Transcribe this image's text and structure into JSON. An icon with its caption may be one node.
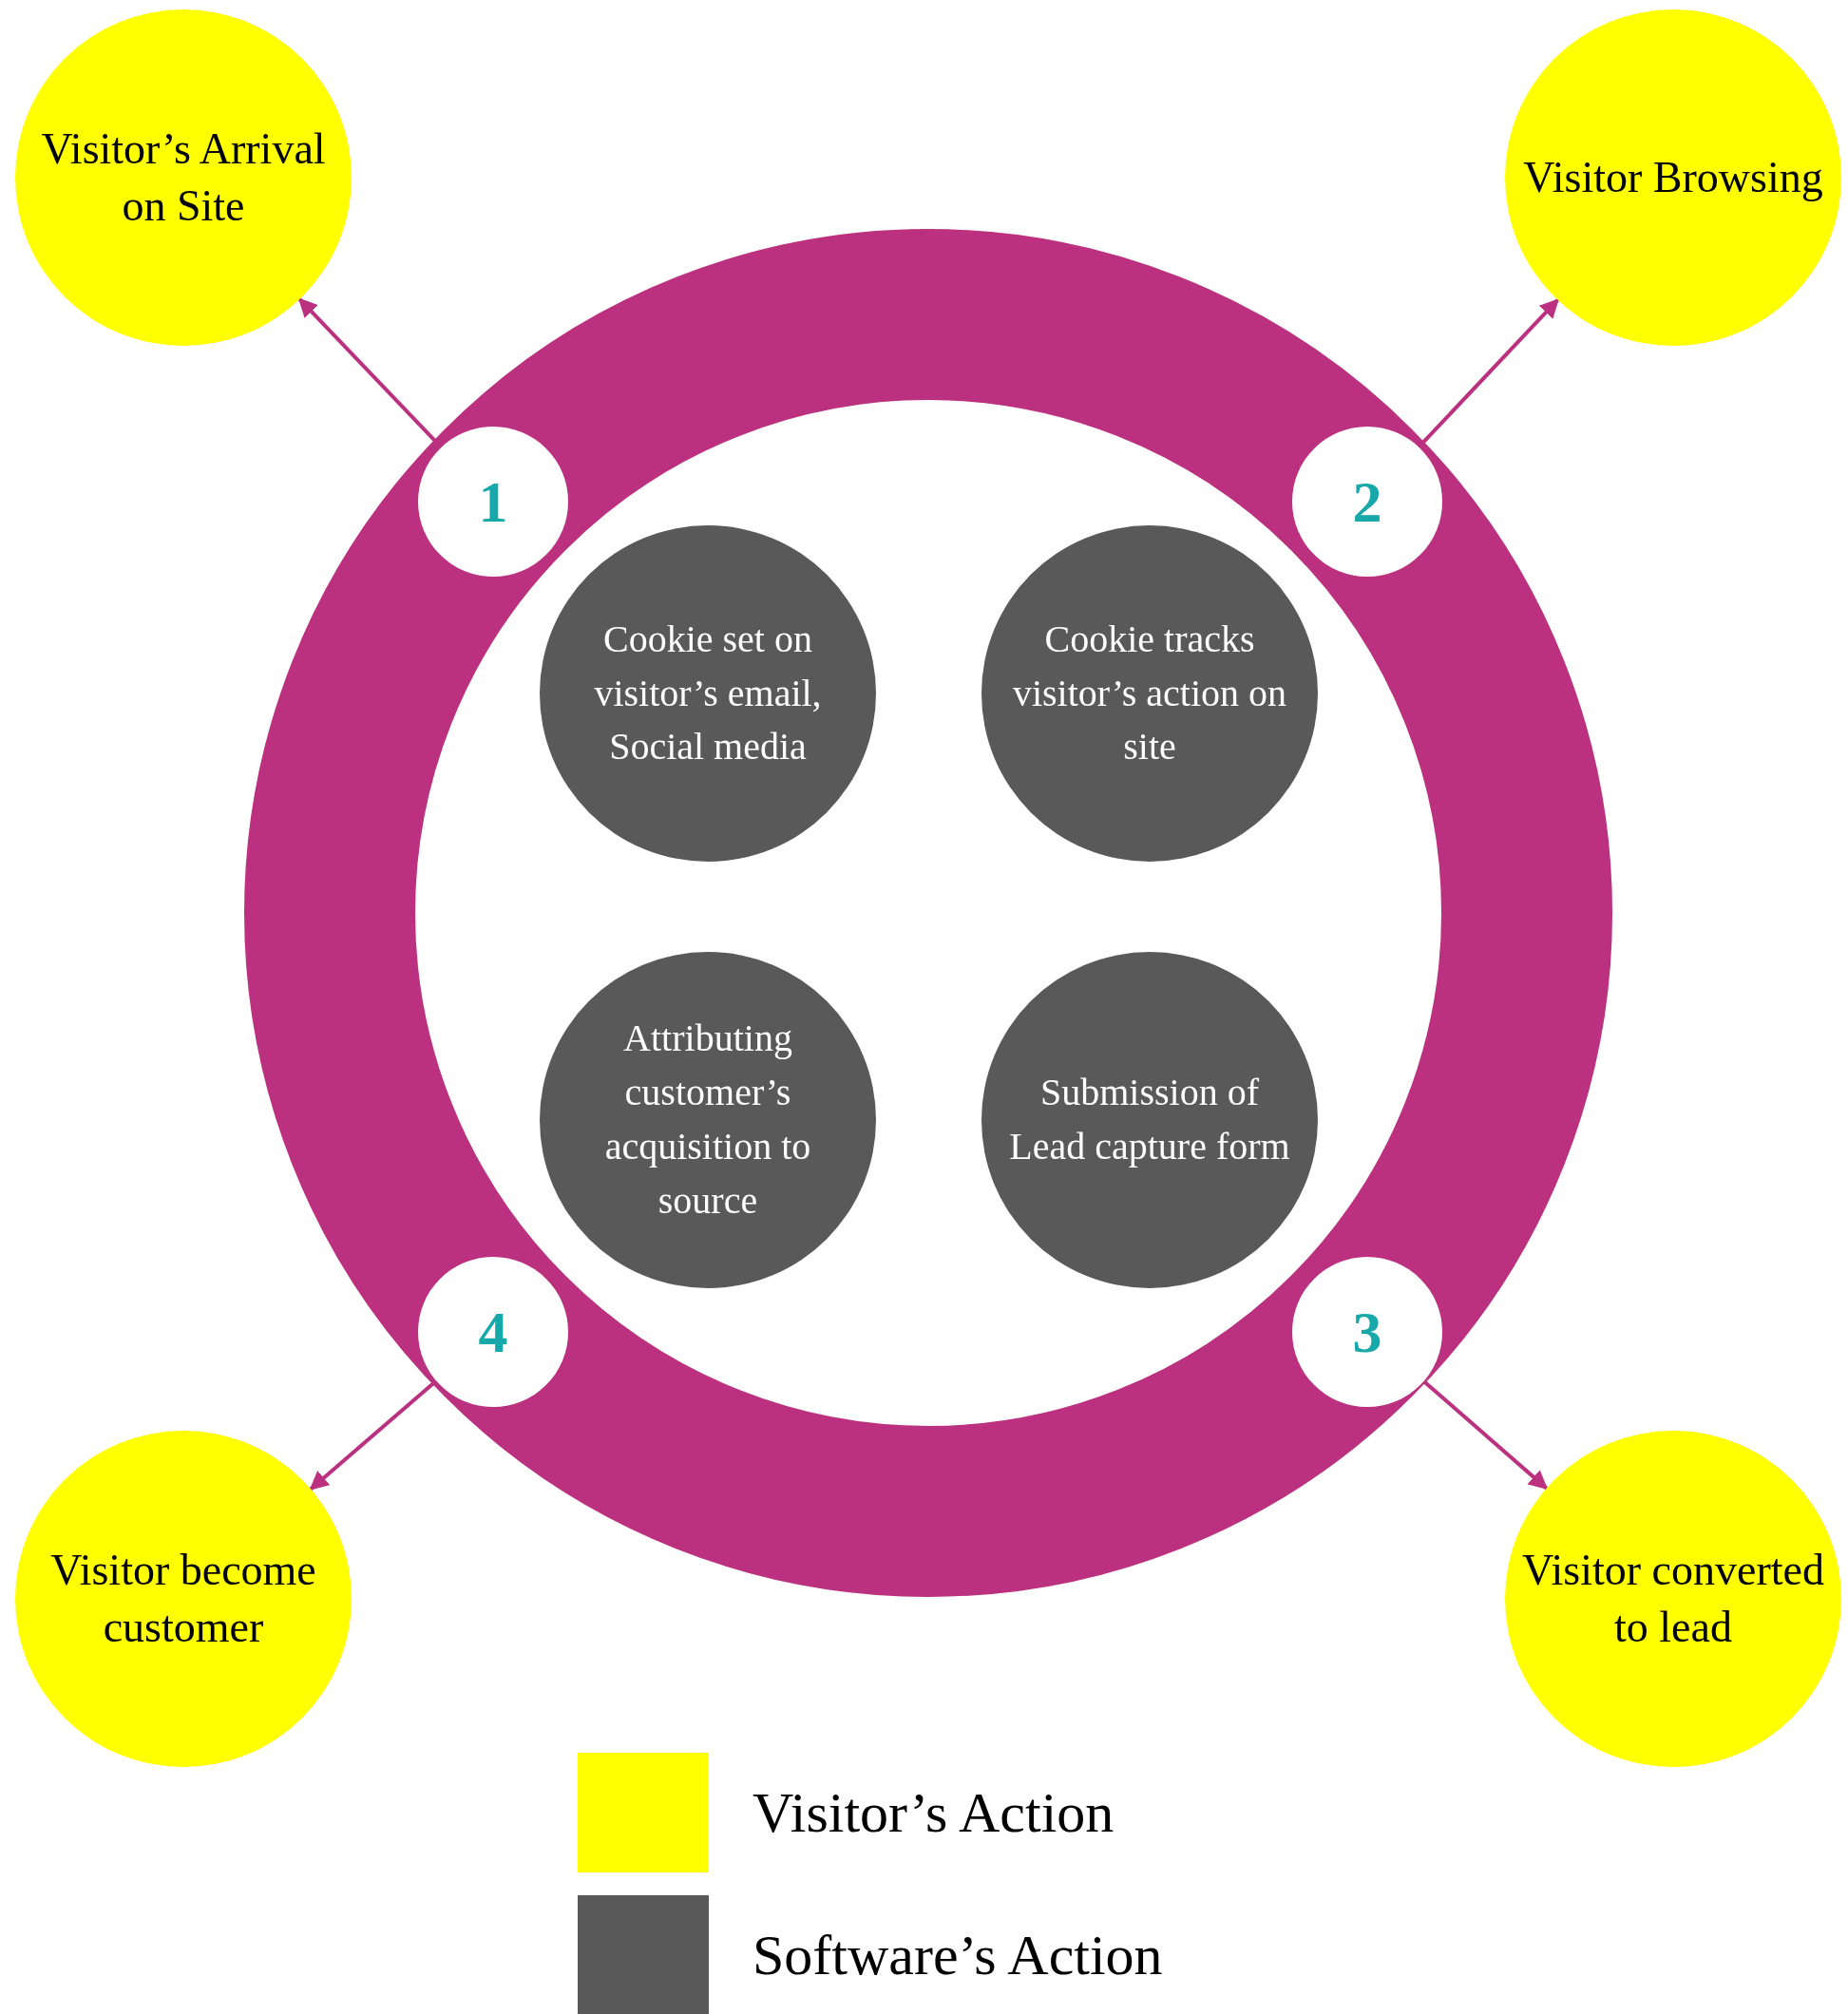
{
  "diagram": {
    "nodes": [
      {
        "text": [
          "Visitor’s Arrival on Site"
        ]
      },
      {
        "text": [
          "Visitor Browsing"
        ]
      },
      {
        "text": [
          "1"
        ]
      },
      {
        "text": [
          "2"
        ]
      },
      {
        "text": [
          "Cookie set on visitor’s email, Social media"
        ]
      },
      {
        "text": [
          "Cookie tracks visitor’s action on site"
        ]
      },
      {
        "text": [
          "Attributing customer’s acquisition to source"
        ]
      },
      {
        "text": [
          "Submission of Lead capture form"
        ]
      },
      {
        "text": [
          "4"
        ]
      },
      {
        "text": [
          "3"
        ]
      },
      {
        "text": [
          "Visitor become customer"
        ]
      },
      {
        "text": [
          "Visitor converted to lead"
        ]
      }
    ],
    "edges": [
      {
        "from": 2,
        "to": 0,
        "arrow": "to"
      },
      {
        "from": 3,
        "to": 1,
        "arrow": "to"
      },
      {
        "from": 9,
        "to": 11,
        "arrow": "to"
      },
      {
        "from": 8,
        "to": 10,
        "arrow": "to"
      }
    ],
    "legend": [
      {
        "text": "Visitor’s Action",
        "color": "#ffff00"
      },
      {
        "text": "Software’s Action",
        "color": "#595959"
      }
    ]
  }
}
